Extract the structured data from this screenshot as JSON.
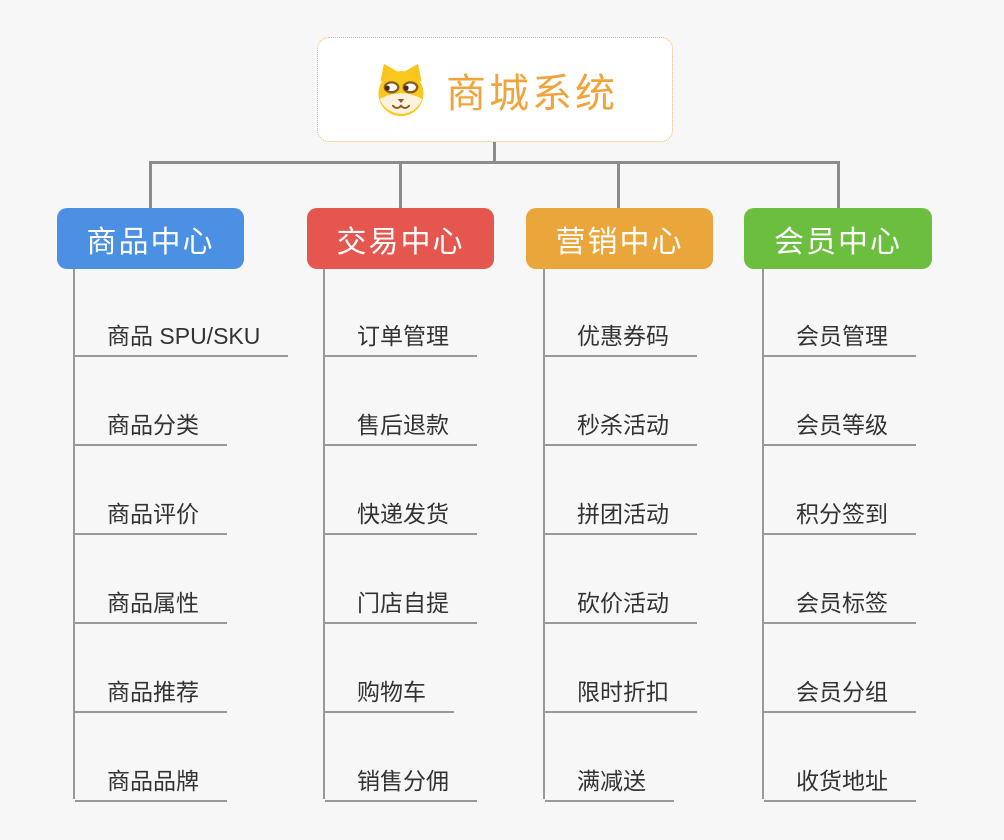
{
  "canvas": {
    "background": "#f7f7f7",
    "child_text_color": "#333333"
  },
  "root": {
    "label": "商城系统",
    "icon": "dog-face-icon",
    "text_color": "#f0a43c",
    "border_color": "#f3b45a",
    "background": "#ffffff"
  },
  "connectors": {
    "tree_color": "#8c8c8c",
    "branch_line_color": "#999999"
  },
  "branches": [
    {
      "label": "商品中心",
      "color": "#4b90e2",
      "children": [
        "商品 SPU/SKU",
        "商品分类",
        "商品评价",
        "商品属性",
        "商品推荐",
        "商品品牌"
      ]
    },
    {
      "label": "交易中心",
      "color": "#e5564f",
      "children": [
        "订单管理",
        "售后退款",
        "快递发货",
        "门店自提",
        "购物车",
        "销售分佣"
      ]
    },
    {
      "label": "营销中心",
      "color": "#eba63b",
      "children": [
        "优惠券码",
        "秒杀活动",
        "拼团活动",
        "砍价活动",
        "限时折扣",
        "满减送"
      ]
    },
    {
      "label": "会员中心",
      "color": "#6cbe3e",
      "children": [
        "会员管理",
        "会员等级",
        "积分签到",
        "会员标签",
        "会员分组",
        "收货地址"
      ]
    }
  ]
}
